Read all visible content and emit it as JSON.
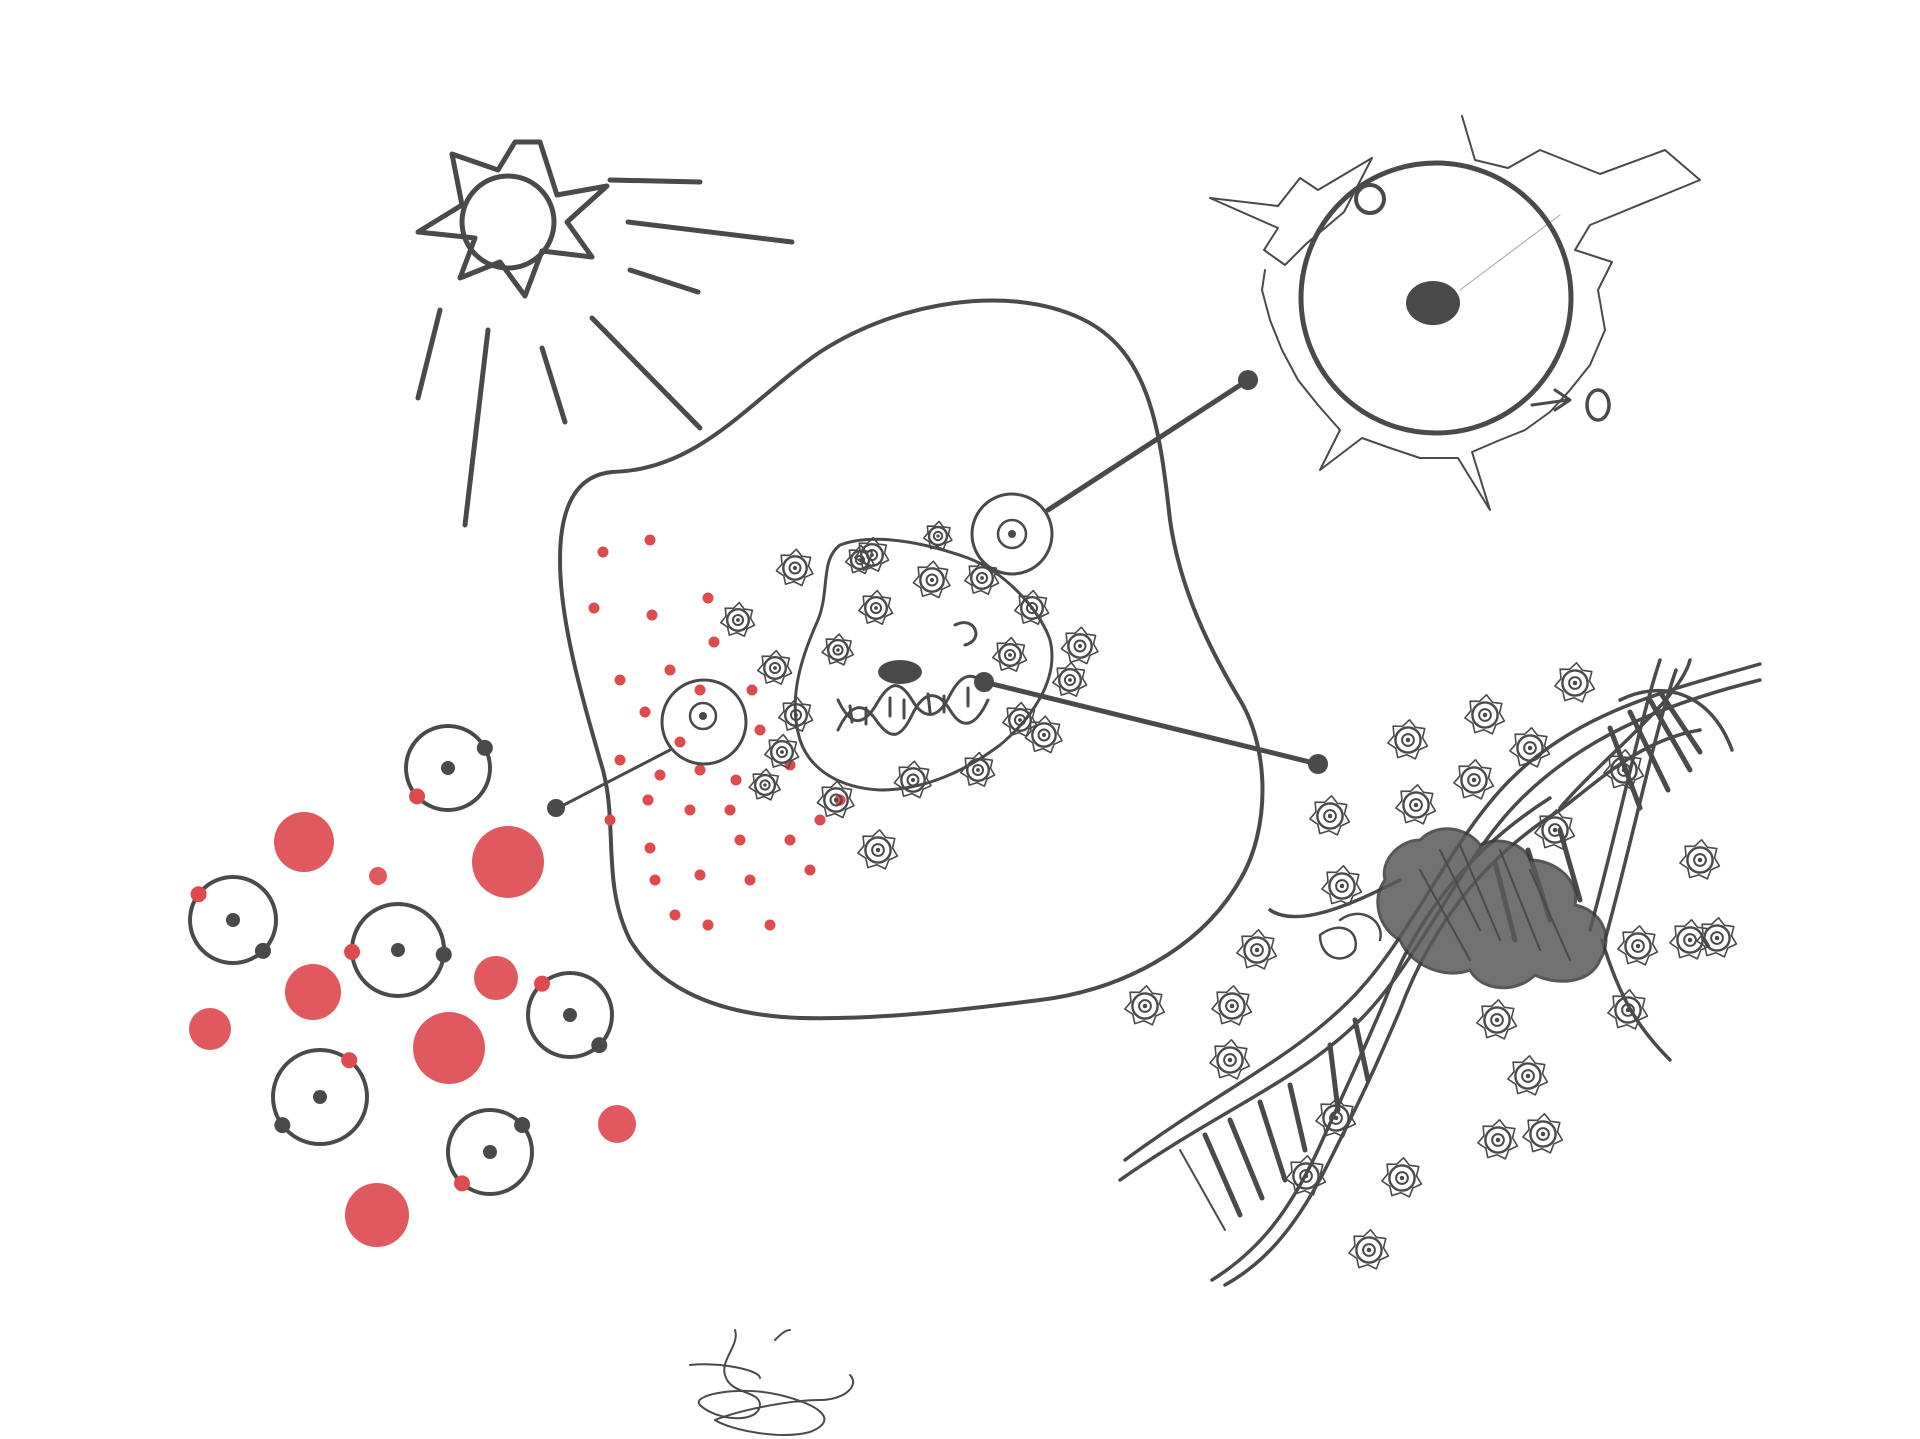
{
  "palette": {
    "ink": "#4a4a4a",
    "accent_red": "#dd4b50",
    "background": "#ffffff"
  },
  "icons": {
    "sun": "sun-icon",
    "excited_atom": "spiky-atom-icon",
    "free_radical": "free-radical-icon",
    "dna": "dna-helix-icon",
    "atom": "atom-icon",
    "signature": "signature-scribble"
  },
  "counts": {
    "atoms_cluster": 7,
    "red_particles_cluster": 9,
    "radicals_near_dna": 28
  }
}
